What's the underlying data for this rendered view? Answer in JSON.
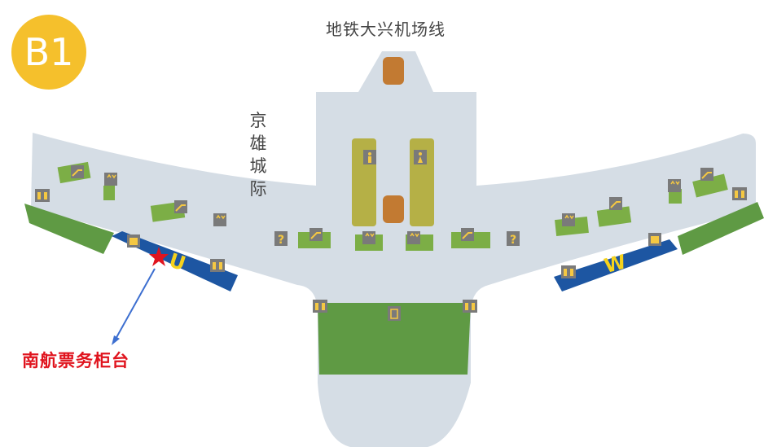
{
  "floor": {
    "label": "B1"
  },
  "labels": {
    "metro": "地铁大兴机场线",
    "intercity": "京雄城际",
    "counter": "南航票务柜台"
  },
  "zones": {
    "left_counter": "U",
    "right_counter": "W"
  },
  "colors": {
    "floor_badge": "#f5c02c",
    "floor_plan": "#d5dde5",
    "green_area": "#5f9a44",
    "counter_blue": "#1d56a2",
    "counter_letter": "#f5d21c",
    "platform_olive": "#b5b046",
    "elevator_brown": "#c27a32",
    "icon_bg": "#7a7a7a",
    "star": "#e0141e",
    "arrow": "#3d6fd0",
    "text": "#444444"
  },
  "icons": [
    "escalator-icon",
    "elevator-icon",
    "restroom-icon",
    "help-icon",
    "baggage-icon",
    "male-restroom-icon",
    "female-restroom-icon",
    "location-star-icon"
  ]
}
